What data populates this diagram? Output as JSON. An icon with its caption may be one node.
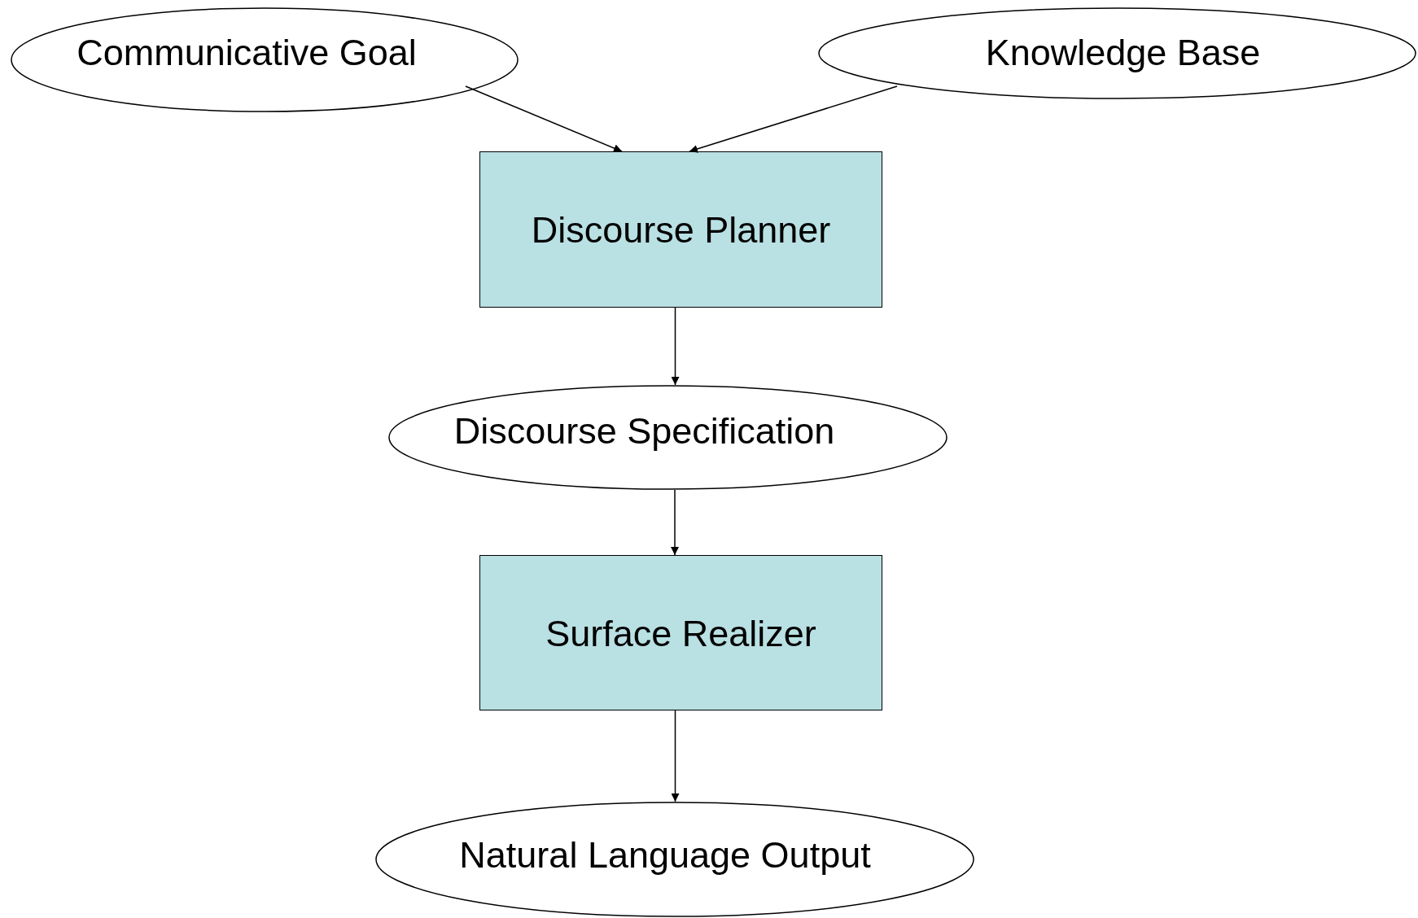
{
  "diagram": {
    "nodes": [
      {
        "text": [
          "Communicative Goal"
        ]
      },
      {
        "text": [
          "Knowledge Base"
        ]
      },
      {
        "text": [
          "Discourse Planner"
        ]
      },
      {
        "text": [
          "Discourse Specification"
        ]
      },
      {
        "text": [
          "Surface Realizer"
        ]
      },
      {
        "text": [
          "Natural Language Output"
        ]
      }
    ],
    "edges": [
      {
        "from": 0,
        "to": 2,
        "arrow": "to"
      },
      {
        "from": 1,
        "to": 2,
        "arrow": "to"
      },
      {
        "from": 2,
        "to": 3,
        "arrow": "to"
      },
      {
        "from": 3,
        "to": 4,
        "arrow": "to"
      },
      {
        "from": 4,
        "to": 5,
        "arrow": "to"
      }
    ]
  }
}
